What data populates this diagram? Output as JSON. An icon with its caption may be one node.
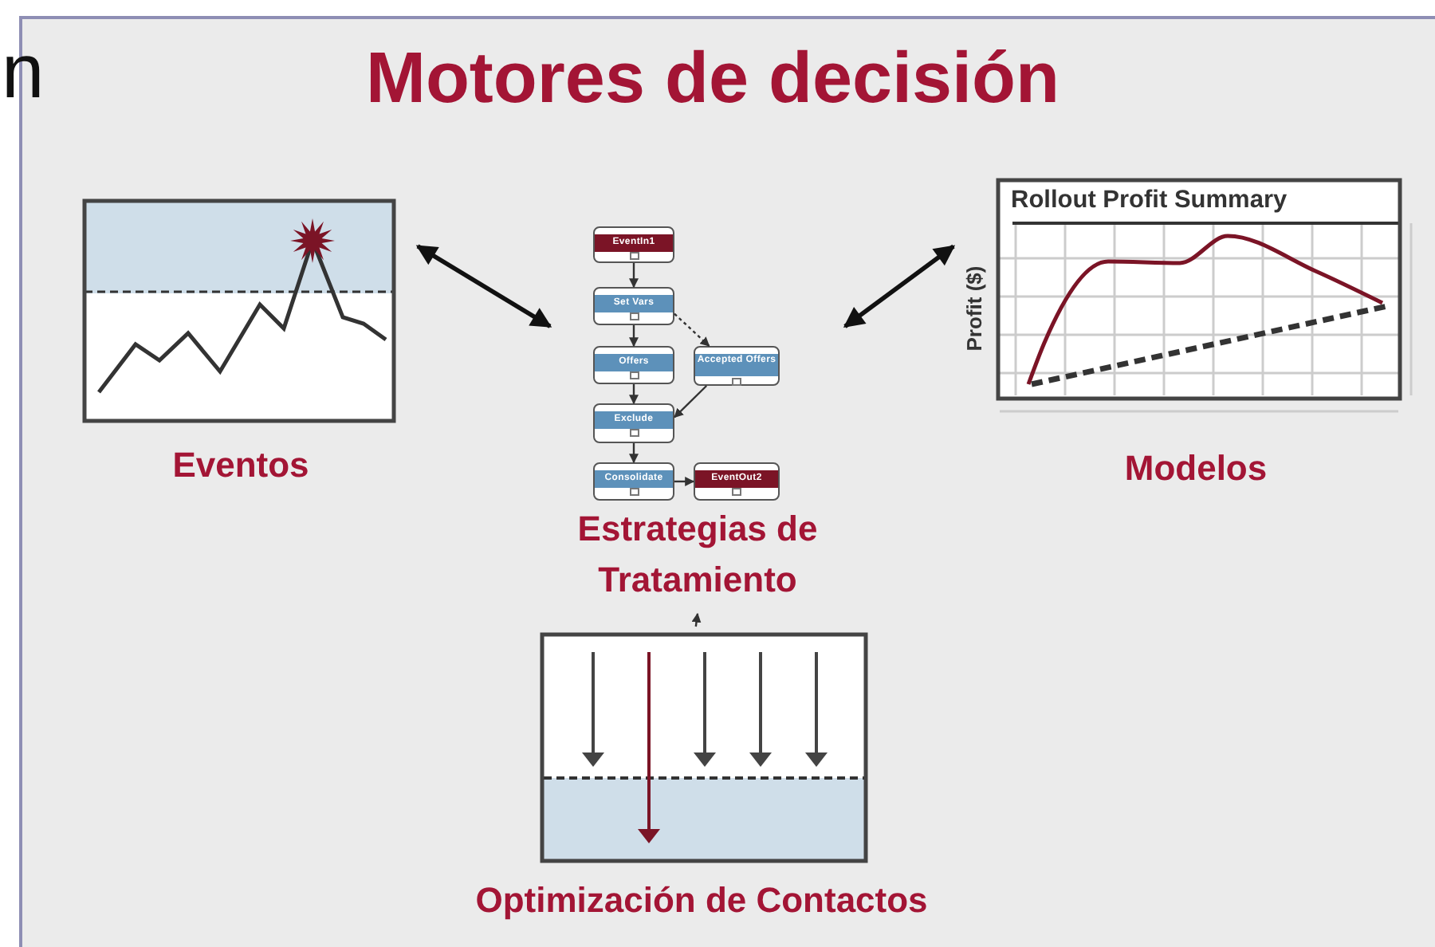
{
  "diagram": {
    "title": "Motores de decisión",
    "nodes": [
      {
        "text": [
          "Eventos"
        ]
      },
      {
        "text": [
          "Estrategias de Tratamiento"
        ]
      },
      {
        "text": [
          "EventIn1"
        ],
        "in": 1
      },
      {
        "text": [
          "Set Vars"
        ],
        "in": 1
      },
      {
        "text": [
          "Offers"
        ],
        "in": 1
      },
      {
        "text": [
          "Accepted Offers"
        ],
        "in": 1
      },
      {
        "text": [
          "Exclude"
        ],
        "in": 1
      },
      {
        "text": [
          "Consolidate"
        ],
        "in": 1
      },
      {
        "text": [
          "EventOut2"
        ],
        "in": 1
      },
      {
        "text": [
          "Rollout Profit Summary",
          "Profit ($)",
          "Modelos"
        ]
      },
      {
        "text": [
          "Optimización de Contactos"
        ]
      }
    ],
    "edges": [
      {
        "from": 0,
        "to": 1,
        "arrow": "both",
        "style": "thick"
      },
      {
        "from": 9,
        "to": 1,
        "arrow": "both",
        "style": "thick"
      },
      {
        "from": 2,
        "to": 3,
        "arrow": "to"
      },
      {
        "from": 3,
        "to": 4,
        "arrow": "to"
      },
      {
        "from": 3,
        "to": 5,
        "arrow": "to",
        "style": "dashed"
      },
      {
        "from": 4,
        "to": 6,
        "arrow": "to"
      },
      {
        "from": 5,
        "to": 6,
        "arrow": "to"
      },
      {
        "from": 6,
        "to": 7,
        "arrow": "to"
      },
      {
        "from": 7,
        "to": 8,
        "arrow": "to"
      },
      {
        "from": 10,
        "to": 1,
        "arrow": "to"
      }
    ],
    "labels": [
      "n"
    ]
  }
}
